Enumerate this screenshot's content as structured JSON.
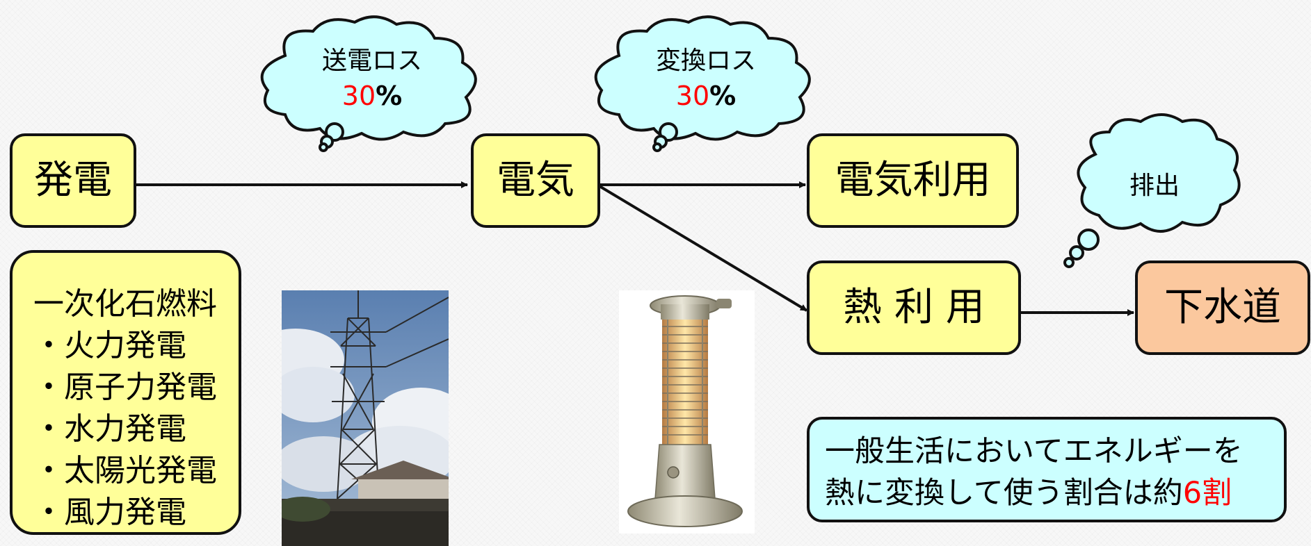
{
  "nodes": {
    "generation": "発電",
    "electricity": "電気",
    "electric_use": "電気利用",
    "heat_use": "熱 利 用",
    "sewer": "下水道"
  },
  "clouds": {
    "transmission": {
      "label": "送電ロス",
      "percent": "30",
      "sign": "%"
    },
    "conversion": {
      "label": "変換ロス",
      "percent": "30",
      "sign": "%"
    },
    "discharge": {
      "label": "排出"
    }
  },
  "sources": {
    "heading": "一次化石燃料",
    "items": [
      "・火力発電",
      "・原子力発電",
      "・水力発電",
      "・太陽光発電",
      "・風力発電"
    ]
  },
  "note": {
    "line1": "一般生活においてエネルギーを",
    "line2_prefix": "熱に変換して使う割合は約",
    "line2_highlight": "6割"
  },
  "colors": {
    "node_fill": "#ffff99",
    "sewer_fill": "#fbc89e",
    "cloud_fill": "#ccffff",
    "note_fill": "#ccffff",
    "highlight": "#ff0000"
  },
  "images": {
    "left_photo": "power-transmission-tower-photo",
    "right_photo": "electric-heater-photo"
  }
}
